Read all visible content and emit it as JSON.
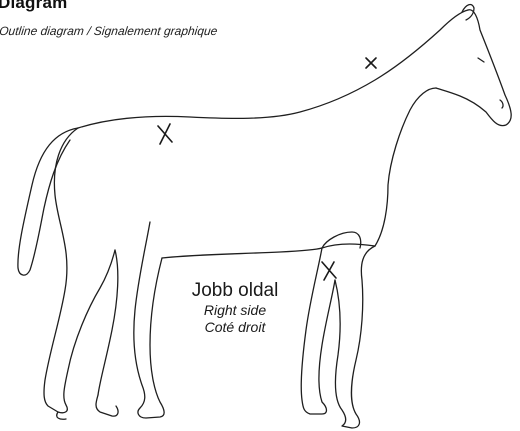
{
  "header": {
    "title": "Diagram",
    "subtitle": "Outline diagram / Signalement graphique"
  },
  "diagram": {
    "side_label": {
      "primary": "Jobb oldal",
      "english": "Right side",
      "french": "Coté droit"
    },
    "markings": [
      {
        "id": "poll-mark",
        "symbol": "x",
        "location": "top of neck behind ears"
      },
      {
        "id": "back-mark",
        "symbol": "x",
        "location": "back / flank"
      },
      {
        "id": "foreleg-mark",
        "symbol": "x",
        "location": "right forearm"
      }
    ],
    "colors": {
      "ink": "#1f1f1f",
      "paper": "#ffffff"
    }
  }
}
